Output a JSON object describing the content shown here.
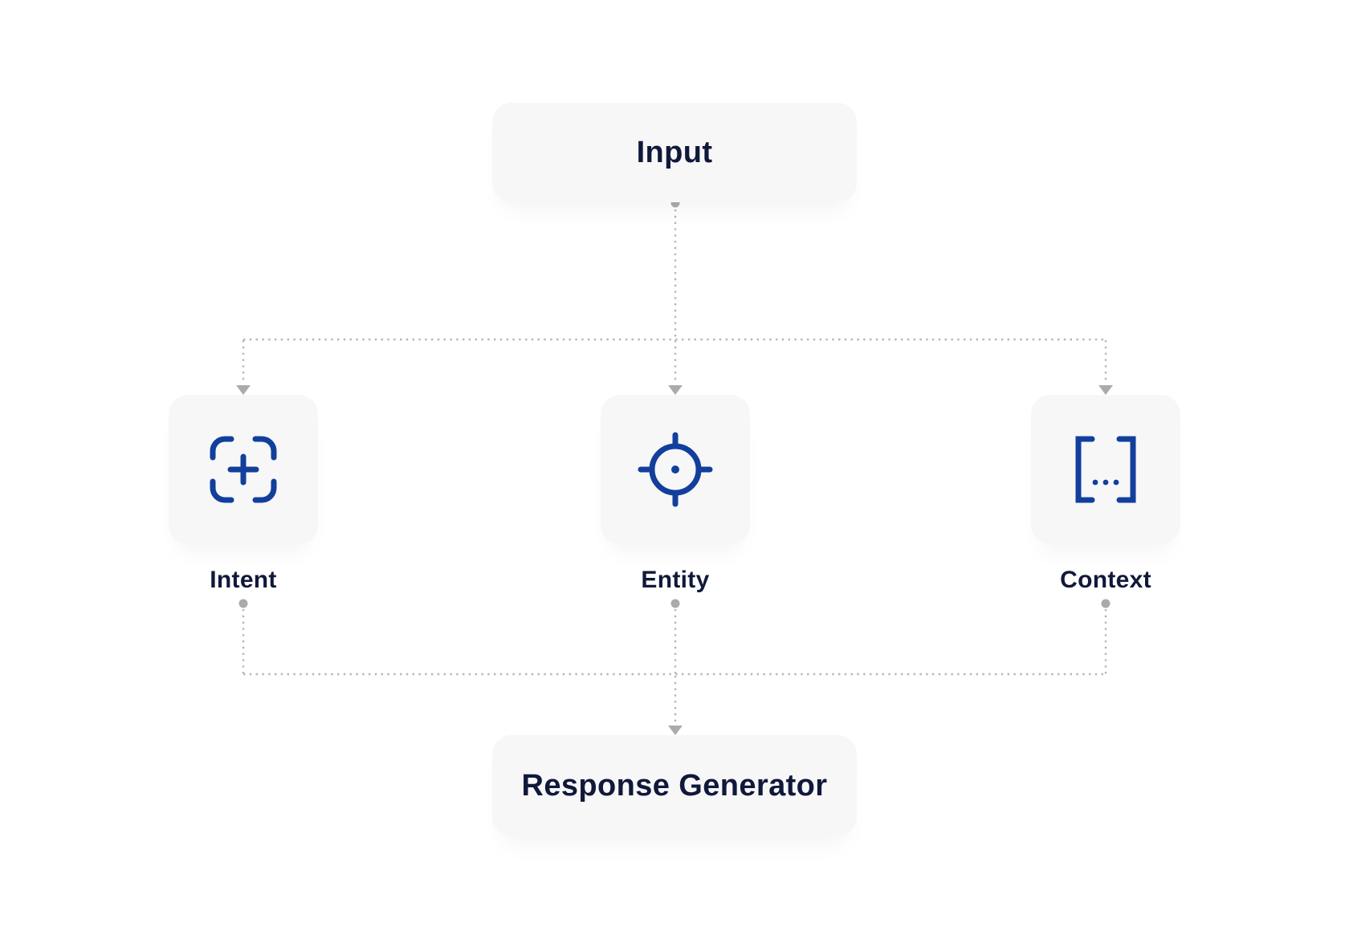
{
  "diagram": {
    "input_node": {
      "label": "Input"
    },
    "analysis_nodes": [
      {
        "label": "Intent",
        "icon": "focus-plus-icon"
      },
      {
        "label": "Entity",
        "icon": "crosshair-target-icon"
      },
      {
        "label": "Context",
        "icon": "brackets-ellipsis-icon"
      }
    ],
    "output_node": {
      "label": "Response Generator"
    },
    "colors": {
      "background": "#FFFFFF",
      "node_fill": "#F7F7F8",
      "label_text": "#10193A",
      "icon_stroke": "#123F9C",
      "connector_line": "#B6B6B6",
      "connector_endpoint": "#A9ABAE"
    }
  }
}
